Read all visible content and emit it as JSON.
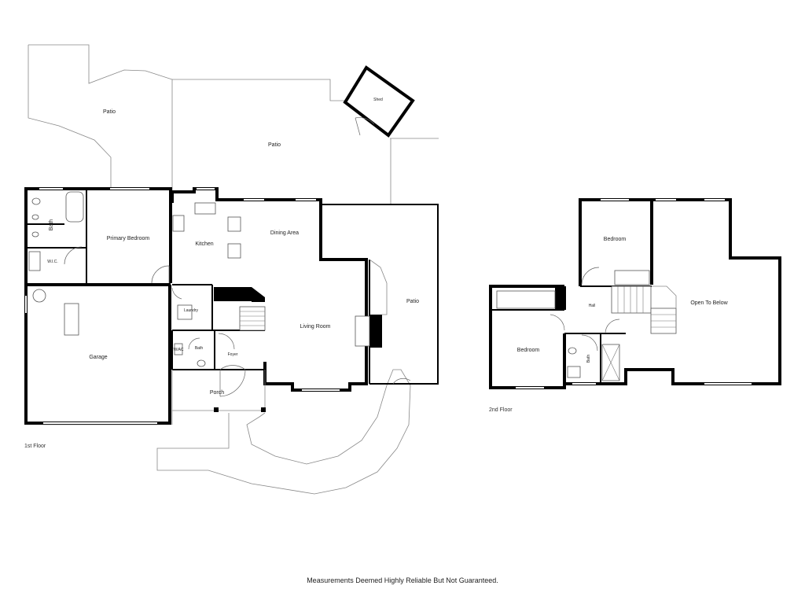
{
  "floors": {
    "first": {
      "label": "1st Floor",
      "rooms": {
        "patio_left": "Patio",
        "patio_center": "Patio",
        "shed": "Shed",
        "bath": "Bath",
        "wic": "W.I.C.",
        "primary_bedroom": "Primary Bedroom",
        "kitchen": "Kitchen",
        "dining_area": "Dining Area",
        "living_room": "Living Room",
        "patio_right": "Patio",
        "laundry": "Laundry",
        "garage": "Garage",
        "half_bath": "Bath",
        "foyer": "Foyer",
        "porch": "Porch",
        "ac": "W/AC"
      }
    },
    "second": {
      "label": "2nd Floor",
      "rooms": {
        "bedroom_top": "Bedroom",
        "open_to_below": "Open To Below",
        "hall": "Hall",
        "bedroom_left": "Bedroom",
        "bath": "Bath"
      }
    }
  },
  "footer": "Measurements Deemed Highly Reliable But Not Guaranteed."
}
